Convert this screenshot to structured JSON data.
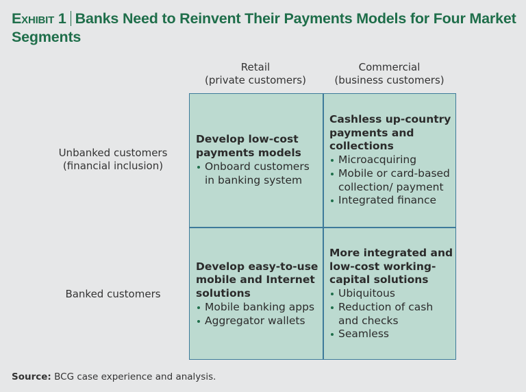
{
  "title": {
    "exhibit": "Exhibit 1",
    "text": "Banks Need to Reinvent Their Payments Models for Four Market Segments"
  },
  "columns": [
    {
      "label": "Retail",
      "sublabel": "(private customers)"
    },
    {
      "label": "Commercial",
      "sublabel": "(business customers)"
    }
  ],
  "rows": [
    {
      "label": "Unbanked customers",
      "sublabel": "(financial inclusion)"
    },
    {
      "label": "Banked customers",
      "sublabel": ""
    }
  ],
  "cells": {
    "unbanked_retail": {
      "heading": "Develop low-cost payments models",
      "bullets": [
        "Onboard customers in banking system"
      ]
    },
    "unbanked_commercial": {
      "heading": "Cashless up-country payments and collections",
      "bullets": [
        "Microacquiring",
        "Mobile or card-based collection/ payment",
        "Integrated finance"
      ]
    },
    "banked_retail": {
      "heading": "Develop easy-to-use mobile and Internet solutions",
      "bullets": [
        "Mobile banking apps",
        "Aggregator wallets"
      ]
    },
    "banked_commercial": {
      "heading": "More integrated and low-cost working-capital solutions",
      "bullets": [
        "Ubiquitous",
        "Reduction of cash and checks",
        "Seamless"
      ]
    }
  },
  "source": {
    "label": "Source:",
    "text": "BCG case experience and analysis."
  },
  "colors": {
    "title": "#1f6e4a",
    "cell_fill": "#bcdad0",
    "grid_line": "#3d7a9a",
    "background": "#e6e7e8"
  }
}
